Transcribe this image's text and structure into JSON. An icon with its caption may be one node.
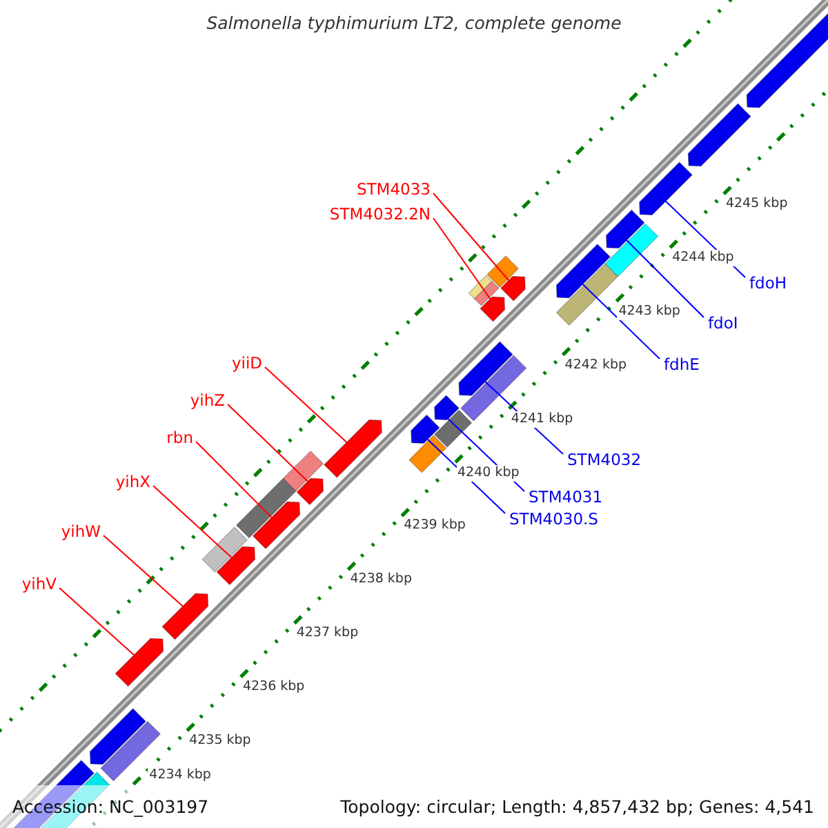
{
  "diagram": {
    "title": "Salmonella typhimurium LT2, complete genome",
    "nodes": [
      {
        "text": [
          "STM4033"
        ]
      },
      {
        "text": [
          "STM4032.2N"
        ]
      },
      {
        "text": [
          "yiiD"
        ]
      },
      {
        "text": [
          "yihZ"
        ]
      },
      {
        "text": [
          "rbn"
        ]
      },
      {
        "text": [
          "yihX"
        ]
      },
      {
        "text": [
          "yihW"
        ]
      },
      {
        "text": [
          "yihV"
        ]
      },
      {
        "text": [
          "fdoH"
        ]
      },
      {
        "text": [
          "fdoI"
        ]
      },
      {
        "text": [
          "fdhE"
        ]
      },
      {
        "text": [
          "STM4032"
        ]
      },
      {
        "text": [
          "STM4031"
        ]
      },
      {
        "text": [
          "STM4030.S"
        ]
      },
      {
        "text": [],
        "shape": "arrow"
      },
      {
        "text": [],
        "shape": "arrow"
      },
      {
        "text": [],
        "shape": "arrow"
      },
      {
        "text": [],
        "shape": "arrow"
      },
      {
        "text": [],
        "shape": "arrow"
      },
      {
        "text": [],
        "shape": "arrow"
      },
      {
        "text": [],
        "shape": "arrow"
      },
      {
        "text": [],
        "shape": "arrow"
      },
      {
        "text": [],
        "shape": "arrow"
      },
      {
        "text": [],
        "shape": "arrow"
      },
      {
        "text": [],
        "shape": "arrow"
      },
      {
        "text": [],
        "shape": "arrow"
      },
      {
        "text": [],
        "shape": "arrow"
      },
      {
        "text": [],
        "shape": "arrow"
      },
      {
        "text": [],
        "shape": "arrow"
      },
      {
        "text": [],
        "shape": "arrow"
      },
      {
        "text": [],
        "shape": "arrow"
      },
      {
        "text": [],
        "shape": "arrow"
      }
    ],
    "edges": [
      {
        "from": 0,
        "to": 14,
        "arrow": "none"
      },
      {
        "from": 1,
        "to": 15,
        "arrow": "none"
      },
      {
        "from": 2,
        "to": 16,
        "arrow": "none"
      },
      {
        "from": 3,
        "to": 17,
        "arrow": "none"
      },
      {
        "from": 4,
        "to": 18,
        "arrow": "none"
      },
      {
        "from": 5,
        "to": 19,
        "arrow": "none"
      },
      {
        "from": 6,
        "to": 20,
        "arrow": "none"
      },
      {
        "from": 7,
        "to": 21,
        "arrow": "none"
      },
      {
        "from": 8,
        "to": 22,
        "arrow": "none",
        "color": "#0000ff"
      },
      {
        "from": 9,
        "to": 23,
        "arrow": "none",
        "color": "#0000ff"
      },
      {
        "from": 10,
        "to": 24,
        "arrow": "none",
        "color": "#0000ff"
      },
      {
        "from": 11,
        "to": 25,
        "arrow": "none",
        "color": "#0000ff"
      },
      {
        "from": 12,
        "to": 26,
        "arrow": "none",
        "color": "#0000ff"
      },
      {
        "from": 13,
        "to": 27,
        "arrow": "none",
        "color": "#0000ff"
      }
    ],
    "labels": [
      "4245 kbp",
      "4244 kbp",
      "4243 kbp",
      "4242 kbp",
      "4241 kbp",
      "4240 kbp",
      "4239 kbp",
      "4238 kbp",
      "4237 kbp",
      "4236 kbp",
      "4235 kbp",
      "4234 kbp",
      "Accession: NC_003197",
      "Topology: circular; Length: 4,857,432 bp; Genes: 4,541"
    ]
  }
}
